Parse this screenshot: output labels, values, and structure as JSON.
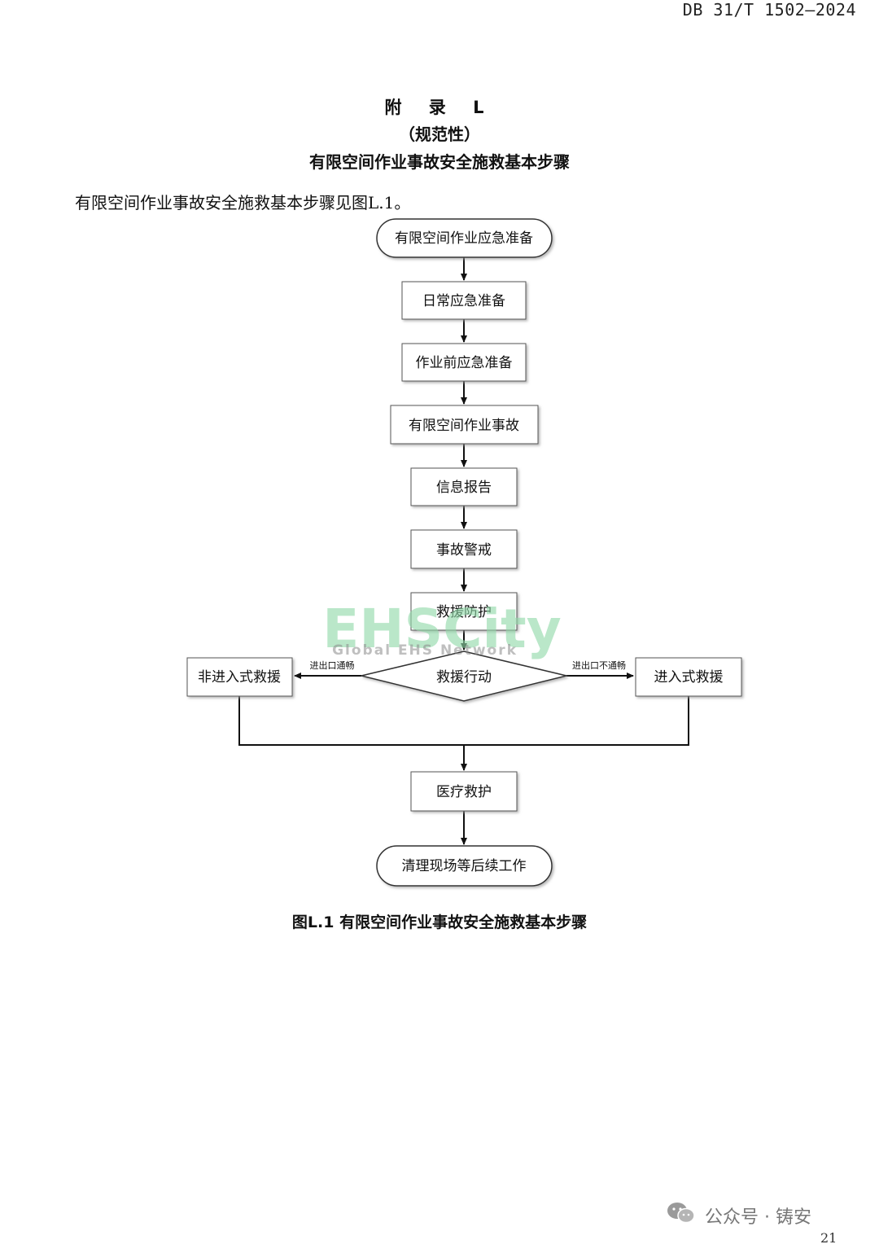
{
  "header": {
    "standard_number": "DB 31/T 1502—2024"
  },
  "appendix": {
    "title": "附 录 L",
    "type": "（规范性）",
    "heading": "有限空间作业事故安全施救基本步骤"
  },
  "intro_text": "有限空间作业事故安全施救基本步骤见图L.1。",
  "flowchart": {
    "start": "有限空间作业应急准备",
    "step1": "日常应急准备",
    "step2": "作业前应急准备",
    "step3": "有限空间作业事故",
    "step4": "信息报告",
    "step5": "事故警戒",
    "step6": "救援防护",
    "decision": "救援行动",
    "left_branch": "非进入式救援",
    "left_condition": "进出口通畅",
    "right_branch": "进入式救援",
    "right_condition": "进出口不通畅",
    "step7": "医疗救护",
    "end": "清理现场等后续工作"
  },
  "caption": "图L.1 有限空间作业事故安全施救基本步骤",
  "watermark": {
    "logo_text": "EHSCity",
    "logo_subtext": "Global EHS Network",
    "account_text": "公众号 · 铸安",
    "account_icon": "wechat-icon"
  },
  "page_number": "21"
}
